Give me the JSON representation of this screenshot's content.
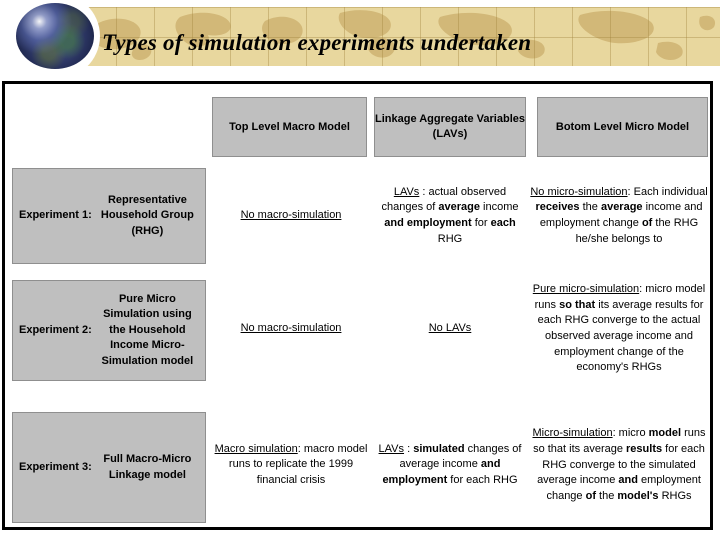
{
  "slide": {
    "title": "Types of simulation experiments undertaken"
  },
  "icons": {
    "globe": "globe-icon",
    "world_map": "world-map-icon"
  },
  "colors": {
    "banner_bg": "#e8d79e",
    "banner_map": "#d2b878",
    "box_gray": "#bfbfbf",
    "border": "#000000"
  },
  "table": {
    "column_headers": [
      "Top Level Macro Model",
      "Linkage Aggregate Variables (LAVs)",
      "Botom Level Micro Model"
    ],
    "rows": [
      {
        "label": "Experiment 1:",
        "model": "Representative Household Group (RHG)",
        "macro": [
          {
            "t": "No macro-simulation",
            "u": true
          }
        ],
        "lavs": [
          {
            "t": "LAVs",
            "u": true
          },
          {
            "t": " : actual observed changes of "
          },
          {
            "t": "average",
            "b": true
          },
          {
            "t": " income "
          },
          {
            "t": "and employment",
            "b": true
          },
          {
            "t": " for "
          },
          {
            "t": "each",
            "b": true
          },
          {
            "t": " RHG"
          }
        ],
        "micro": [
          {
            "t": "No micro-simulation",
            "u": true
          },
          {
            "t": ": Each individual "
          },
          {
            "t": "receives",
            "b": true
          },
          {
            "t": " the "
          },
          {
            "t": "average",
            "b": true
          },
          {
            "t": " income and employment change "
          },
          {
            "t": "of",
            "b": true
          },
          {
            "t": " the RHG he/she belongs to"
          }
        ]
      },
      {
        "label": "Experiment 2:",
        "model": "Pure Micro Simulation using the Household Income Micro-Simulation model",
        "macro": [
          {
            "t": "No macro-simulation",
            "u": true
          }
        ],
        "lavs": [
          {
            "t": "No LAVs",
            "u": true
          }
        ],
        "micro": [
          {
            "t": "Pure micro-simulation",
            "u": true
          },
          {
            "t": ": micro model runs "
          },
          {
            "t": "so that",
            "b": true
          },
          {
            "t": " its average results for each RHG converge to the actual observed average income and employment change of the economy's RHGs"
          }
        ]
      },
      {
        "label": "Experiment 3:",
        "model": "Full Macro-Micro Linkage model",
        "macro": [
          {
            "t": "Macro simulation",
            "u": true
          },
          {
            "t": ": macro model runs to replicate the 1999 financial crisis"
          }
        ],
        "lavs": [
          {
            "t": "LAVs",
            "u": true
          },
          {
            "t": " : "
          },
          {
            "t": "simulated",
            "b": true
          },
          {
            "t": " changes of average income "
          },
          {
            "t": "and employment",
            "b": true
          },
          {
            "t": " for each RHG"
          }
        ],
        "micro": [
          {
            "t": "Micro-simulation",
            "u": true
          },
          {
            "t": ": micro "
          },
          {
            "t": "model",
            "b": true
          },
          {
            "t": " runs so that its average "
          },
          {
            "t": "results",
            "b": true
          },
          {
            "t": " for each RHG converge to the simulated average income "
          },
          {
            "t": "and",
            "b": true
          },
          {
            "t": " employment change "
          },
          {
            "t": "of",
            "b": true
          },
          {
            "t": " the "
          },
          {
            "t": "model's",
            "b": true
          },
          {
            "t": " RHGs"
          }
        ]
      }
    ]
  }
}
